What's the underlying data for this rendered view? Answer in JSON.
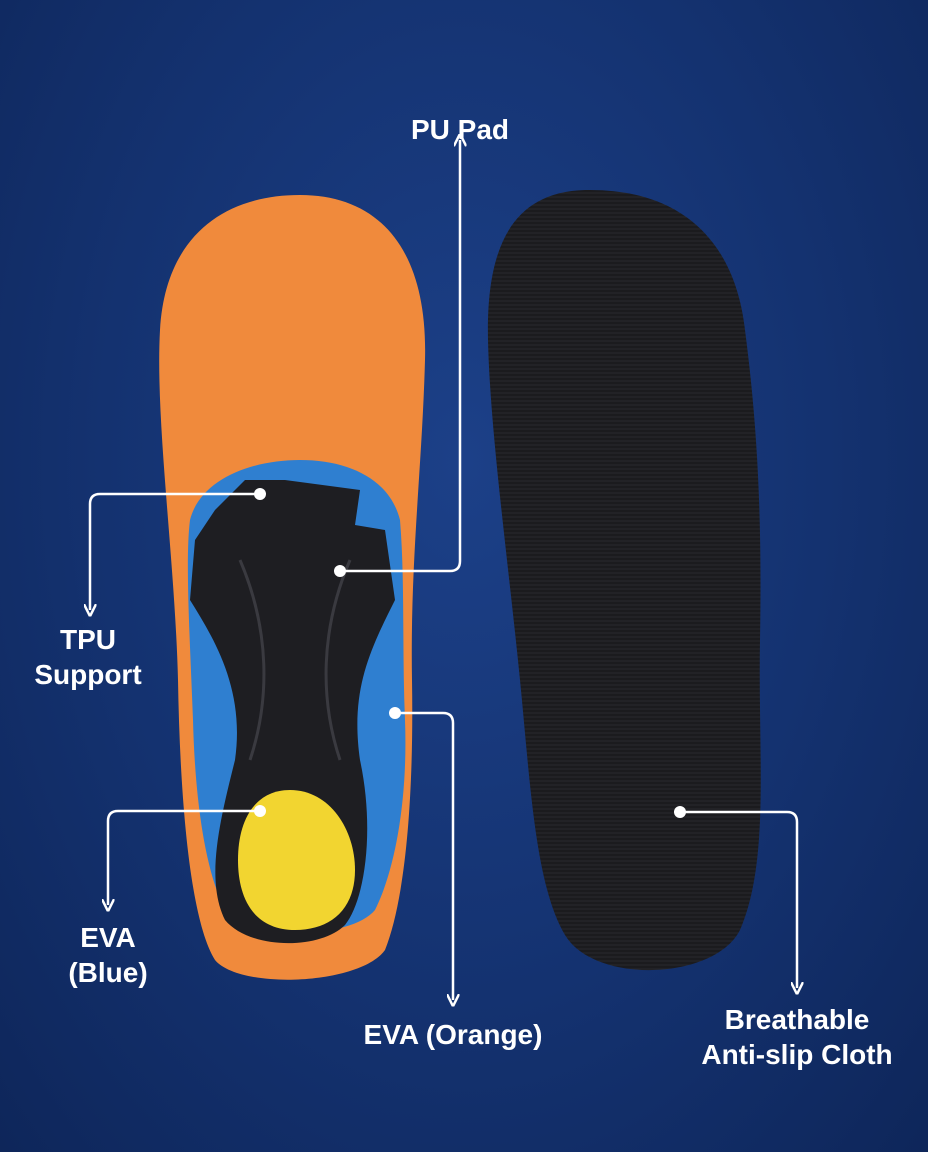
{
  "labels": {
    "pu_pad": "PU Pad",
    "tpu_support": [
      "TPU",
      "Support"
    ],
    "eva_blue": [
      "EVA",
      "(Blue)"
    ],
    "eva_orange": "EVA (Orange)",
    "cloth": [
      "Breathable",
      "Anti-slip Cloth"
    ]
  },
  "colors": {
    "background": "#143270",
    "orange_eva": "#f08a3c",
    "blue_eva": "#2f7fd0",
    "tpu_black": "#1e1e22",
    "pu_yellow": "#f2d530",
    "cloth_black": "#1a1a1c",
    "annotation": "#ffffff"
  }
}
